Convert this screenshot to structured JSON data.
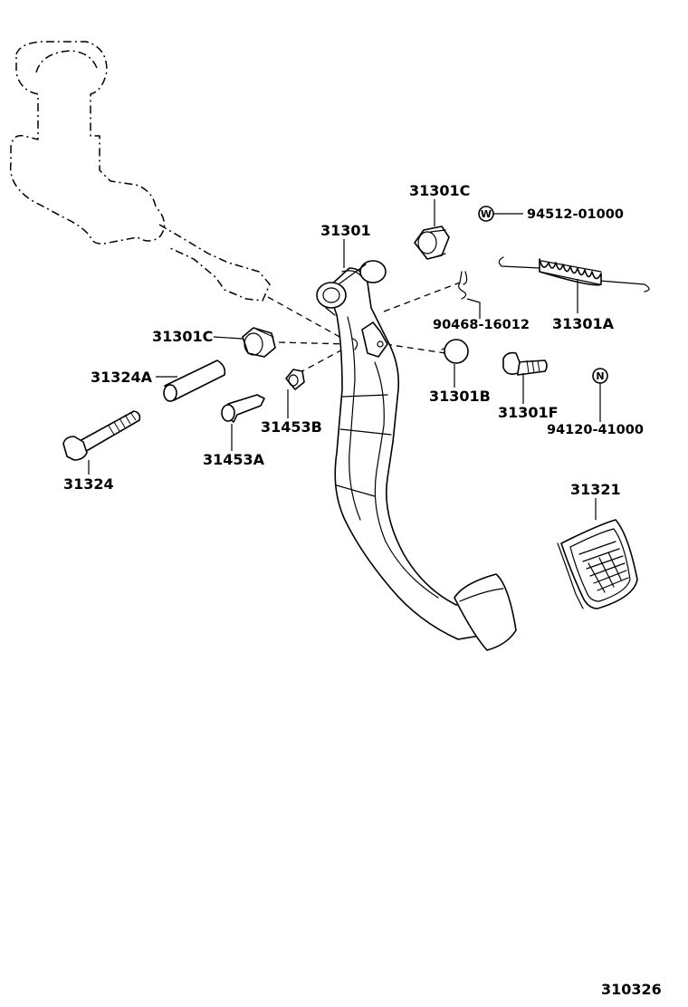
{
  "labels": {
    "p31301C_top": "31301C",
    "p94512": "94512-01000",
    "p31301": "31301",
    "p90468": "90468-16012",
    "p31301A": "31301A",
    "p31301C_left": "31301C",
    "p31324A": "31324A",
    "p31301B": "31301B",
    "p31301F": "31301F",
    "p31453B": "31453B",
    "p94120": "94120-41000",
    "p31453A": "31453A",
    "p31324": "31324",
    "p31321": "31321"
  },
  "symbols": {
    "w_mark": "W",
    "n_mark": "N"
  },
  "figure_number": "310326"
}
